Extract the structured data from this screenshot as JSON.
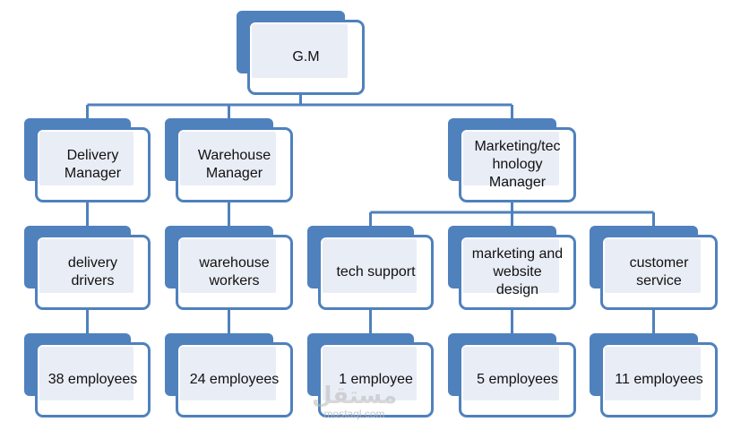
{
  "colors": {
    "connector": "#4f81bd",
    "box_back": "#4f81bd",
    "box_border": "#4f81bd",
    "box_inner": "#e9edf6"
  },
  "nodes": [
    {
      "id": "gm",
      "label": "G.M"
    },
    {
      "id": "delivery-manager",
      "label": "Delivery\nManager"
    },
    {
      "id": "warehouse-manager",
      "label": "Warehouse\nManager"
    },
    {
      "id": "marketing-manager",
      "label": "Marketing/tec\nhnology\nManager"
    },
    {
      "id": "delivery-drivers",
      "label": "delivery\ndrivers"
    },
    {
      "id": "warehouse-workers",
      "label": "warehouse\nworkers"
    },
    {
      "id": "tech-support",
      "label": "tech support"
    },
    {
      "id": "marketing-website",
      "label": "marketing and\nwebsite\ndesign"
    },
    {
      "id": "customer-service",
      "label": "customer\nservice"
    },
    {
      "id": "count-delivery",
      "label": "38 employees"
    },
    {
      "id": "count-warehouse",
      "label": "24 employees"
    },
    {
      "id": "count-tech",
      "label": "1 employee"
    },
    {
      "id": "count-marketing",
      "label": "5 employees"
    },
    {
      "id": "count-customer",
      "label": "11 employees"
    }
  ],
  "edges": [
    [
      "gm",
      "delivery-manager"
    ],
    [
      "gm",
      "warehouse-manager"
    ],
    [
      "gm",
      "marketing-manager"
    ],
    [
      "delivery-manager",
      "delivery-drivers"
    ],
    [
      "warehouse-manager",
      "warehouse-workers"
    ],
    [
      "marketing-manager",
      "tech-support"
    ],
    [
      "marketing-manager",
      "marketing-website"
    ],
    [
      "marketing-manager",
      "customer-service"
    ],
    [
      "delivery-drivers",
      "count-delivery"
    ],
    [
      "warehouse-workers",
      "count-warehouse"
    ],
    [
      "tech-support",
      "count-tech"
    ],
    [
      "marketing-website",
      "count-marketing"
    ],
    [
      "customer-service",
      "count-customer"
    ]
  ],
  "watermark": {
    "brand": "مستقل",
    "site": "mostaql.com"
  }
}
